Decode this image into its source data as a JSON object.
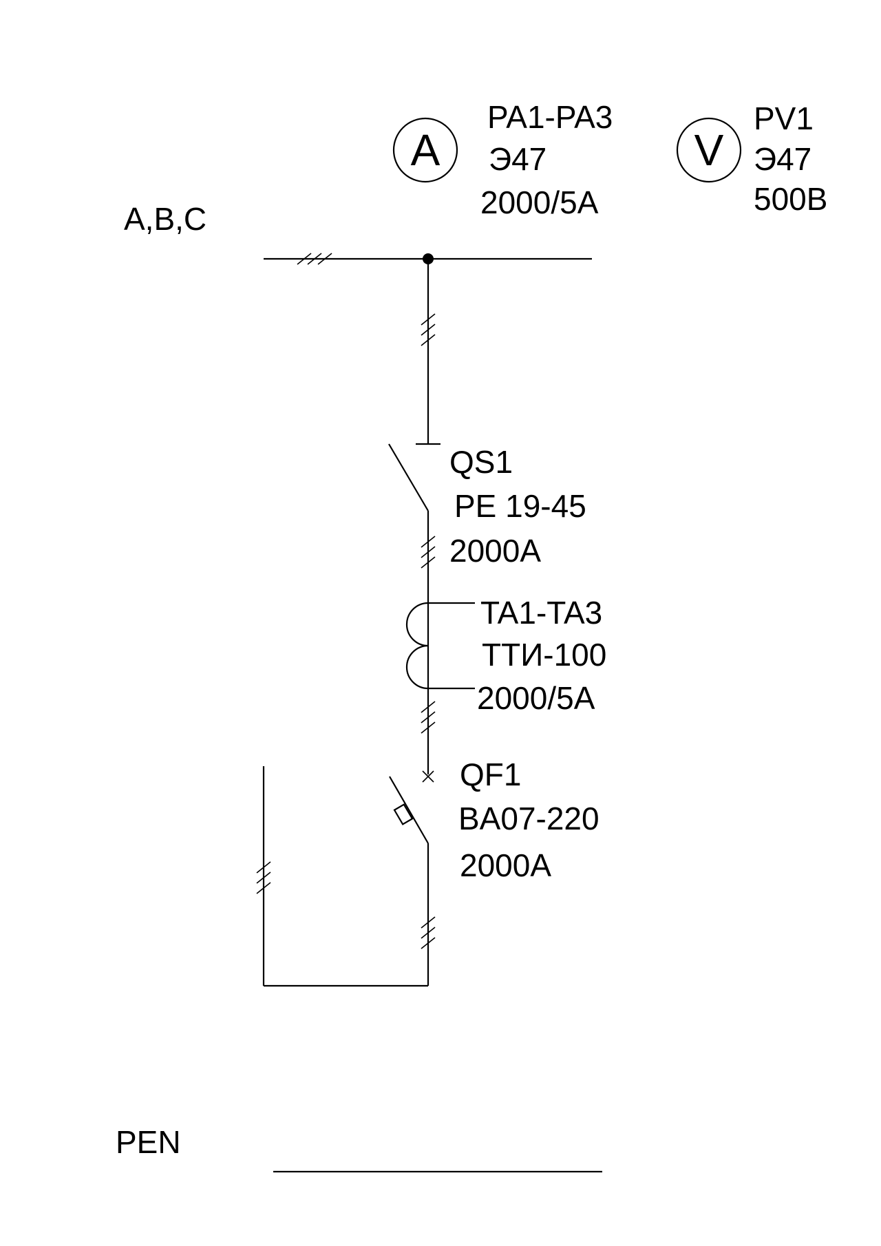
{
  "bus": {
    "label": "A,B,C"
  },
  "meters": {
    "ammeter": {
      "symbol": "A",
      "designation": "PA1-PA3",
      "type": "Э47",
      "rating": "2000/5A"
    },
    "voltmeter": {
      "symbol": "V",
      "designation": "PV1",
      "type": "Э47",
      "rating": "500В"
    }
  },
  "switch": {
    "designation": "QS1",
    "type": "PE 19-45",
    "rating": "2000A"
  },
  "current_transformer": {
    "designation": "TA1-TA3",
    "type": "ТТИ-100",
    "rating": "2000/5A"
  },
  "breaker": {
    "designation": "QF1",
    "type": "BA07-220",
    "rating": "2000A"
  },
  "pen": {
    "label": "PEN"
  }
}
